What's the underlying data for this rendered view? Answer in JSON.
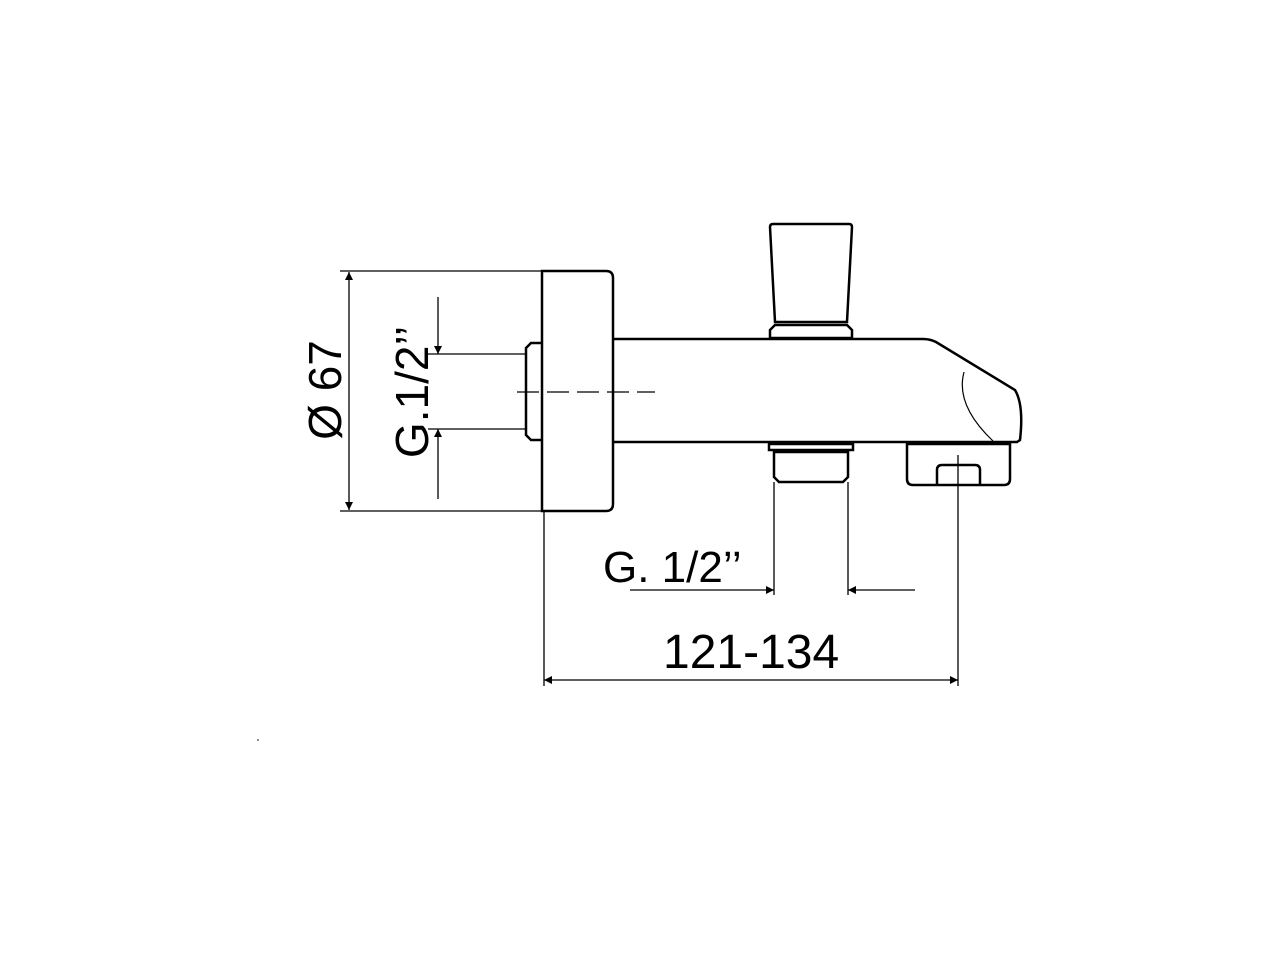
{
  "drawing": {
    "dimensions": {
      "flange_diameter": "Ø 67",
      "wall_connection_thread": "G.1/2’’",
      "outlet_thread": "G. 1/2’’",
      "projection": "121-134"
    },
    "line_color": "#000000",
    "background_color": "#ffffff"
  }
}
